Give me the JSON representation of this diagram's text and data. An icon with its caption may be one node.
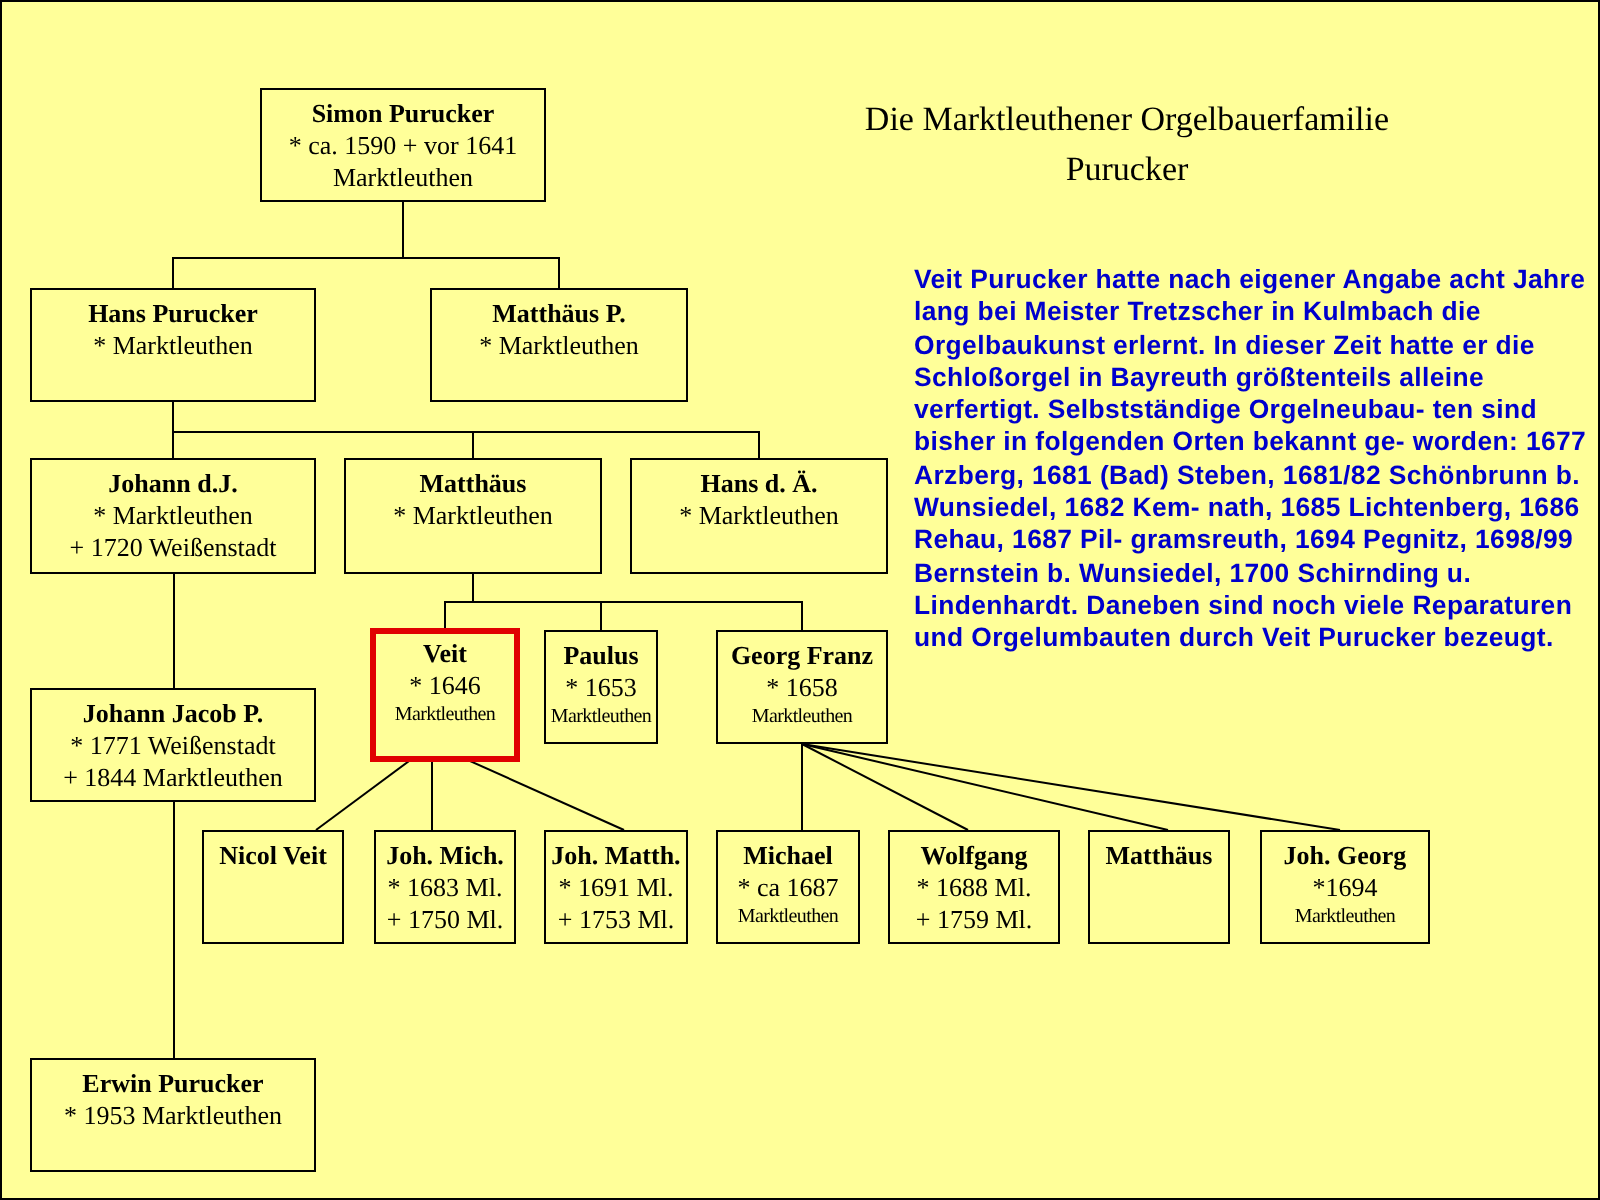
{
  "diagram": {
    "title": "Die Marktleuthener Orgelbauerfamilie Purucker",
    "nodes": [
      {
        "text": [
          "Simon Purucker",
          "* ca. 1590 + vor 1641",
          "Marktleuthen"
        ]
      },
      {
        "text": [
          "Hans Purucker",
          "* Marktleuthen"
        ]
      },
      {
        "text": [
          "Matthäus P.",
          "* Marktleuthen"
        ]
      },
      {
        "text": [
          "Johann d.J.",
          "* Marktleuthen",
          "+ 1720 Weißenstadt"
        ]
      },
      {
        "text": [
          "Matthäus",
          "* Marktleuthen"
        ]
      },
      {
        "text": [
          "Hans d. Ä.",
          "* Marktleuthen"
        ]
      },
      {
        "text": [
          "Veit",
          "* 1646",
          "Marktleuthen"
        ]
      },
      {
        "text": [
          "Paulus",
          "* 1653",
          "Marktleuthen"
        ]
      },
      {
        "text": [
          "Georg Franz",
          "* 1658",
          "Marktleuthen"
        ]
      },
      {
        "text": [
          "Johann Jacob P.",
          "* 1771 Weißenstadt",
          "+ 1844 Marktleuthen"
        ]
      },
      {
        "text": [
          "Nicol Veit"
        ]
      },
      {
        "text": [
          "Joh. Mich.",
          "* 1683 Ml.",
          "+ 1750 Ml."
        ]
      },
      {
        "text": [
          "Joh. Matth.",
          "* 1691 Ml.",
          "+ 1753 Ml."
        ]
      },
      {
        "text": [
          "Michael",
          "* ca 1687",
          "Marktleuthen"
        ]
      },
      {
        "text": [
          "Wolfgang",
          "* 1688 Ml.",
          "+ 1759 Ml."
        ]
      },
      {
        "text": [
          "Matthäus"
        ]
      },
      {
        "text": [
          "Joh. Georg",
          "*1694",
          "Marktleuthen"
        ]
      },
      {
        "text": [
          "Erwin Purucker",
          "* 1953 Marktleuthen"
        ]
      }
    ],
    "edges": [
      {
        "from": 0,
        "to": 1,
        "arrow": "none"
      },
      {
        "from": 0,
        "to": 2,
        "arrow": "none"
      },
      {
        "from": 1,
        "to": 3,
        "arrow": "none"
      },
      {
        "from": 1,
        "to": 4,
        "arrow": "none"
      },
      {
        "from": 1,
        "to": 5,
        "arrow": "none"
      },
      {
        "from": 4,
        "to": 6,
        "arrow": "none"
      },
      {
        "from": 4,
        "to": 7,
        "arrow": "none"
      },
      {
        "from": 4,
        "to": 8,
        "arrow": "none"
      },
      {
        "from": 3,
        "to": 9,
        "arrow": "none"
      },
      {
        "from": 9,
        "to": 17,
        "arrow": "none"
      },
      {
        "from": 6,
        "to": 10,
        "arrow": "none"
      },
      {
        "from": 6,
        "to": 11,
        "arrow": "none"
      },
      {
        "from": 6,
        "to": 12,
        "arrow": "none"
      },
      {
        "from": 8,
        "to": 13,
        "arrow": "none"
      },
      {
        "from": 8,
        "to": 14,
        "arrow": "none"
      },
      {
        "from": 8,
        "to": 15,
        "arrow": "none"
      },
      {
        "from": 8,
        "to": 16,
        "arrow": "none"
      }
    ],
    "labels": [
      "Veit Purucker hatte nach eigener Angabe acht Jahre lang bei Meister Tretzscher in Kulmbach die Orgelbaukunst erlernt. In dieser Zeit hatte er die Schloßorgel in Bayreuth größtenteils alleine verfertigt. Selbstständige Orgelneubau- ten sind bisher in folgenden Orten bekannt ge- worden: 1677 Arzberg, 1681 (Bad) Steben, 1681/82 Schönbrunn b. Wunsiedel, 1682 Kem- nath, 1685 Lichtenberg, 1686 Rehau, 1687 Pil- gramsreuth, 1694 Pegnitz, 1698/99 Bernstein b. Wunsiedel, 1700 Schirnding u. Lindenhardt. Daneben sind noch viele Reparaturen und Orgelumbauten durch Veit Purucker bezeugt."
    ]
  }
}
